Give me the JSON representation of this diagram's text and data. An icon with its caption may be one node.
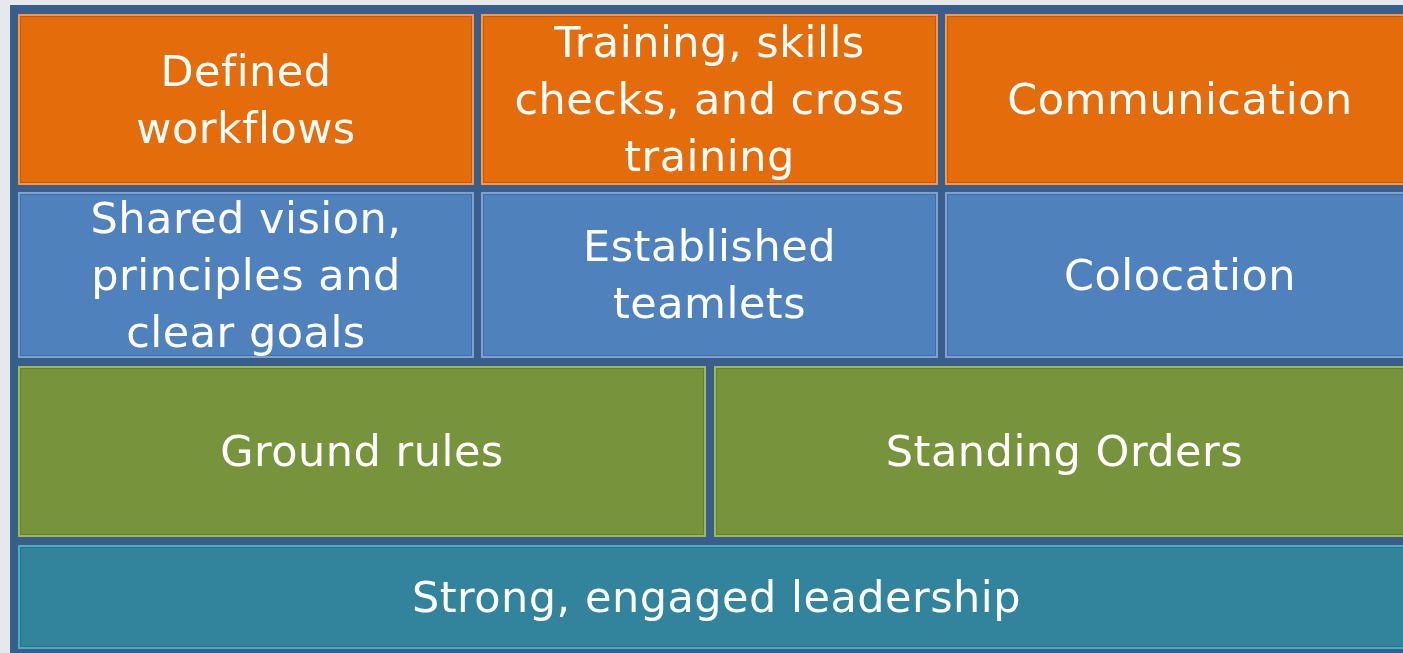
{
  "diagram": {
    "nodes": [
      {
        "text": [
          "Defined workflows"
        ]
      },
      {
        "text": [
          "Training, skills checks, and cross training"
        ]
      },
      {
        "text": [
          "Communication"
        ]
      },
      {
        "text": [
          "Shared vision, principles and clear goals"
        ]
      },
      {
        "text": [
          "Established teamlets"
        ]
      },
      {
        "text": [
          "Colocation"
        ]
      },
      {
        "text": [
          "Ground rules"
        ]
      },
      {
        "text": [
          "Standing Orders"
        ]
      },
      {
        "text": [
          "Strong, engaged leadership"
        ]
      }
    ]
  }
}
